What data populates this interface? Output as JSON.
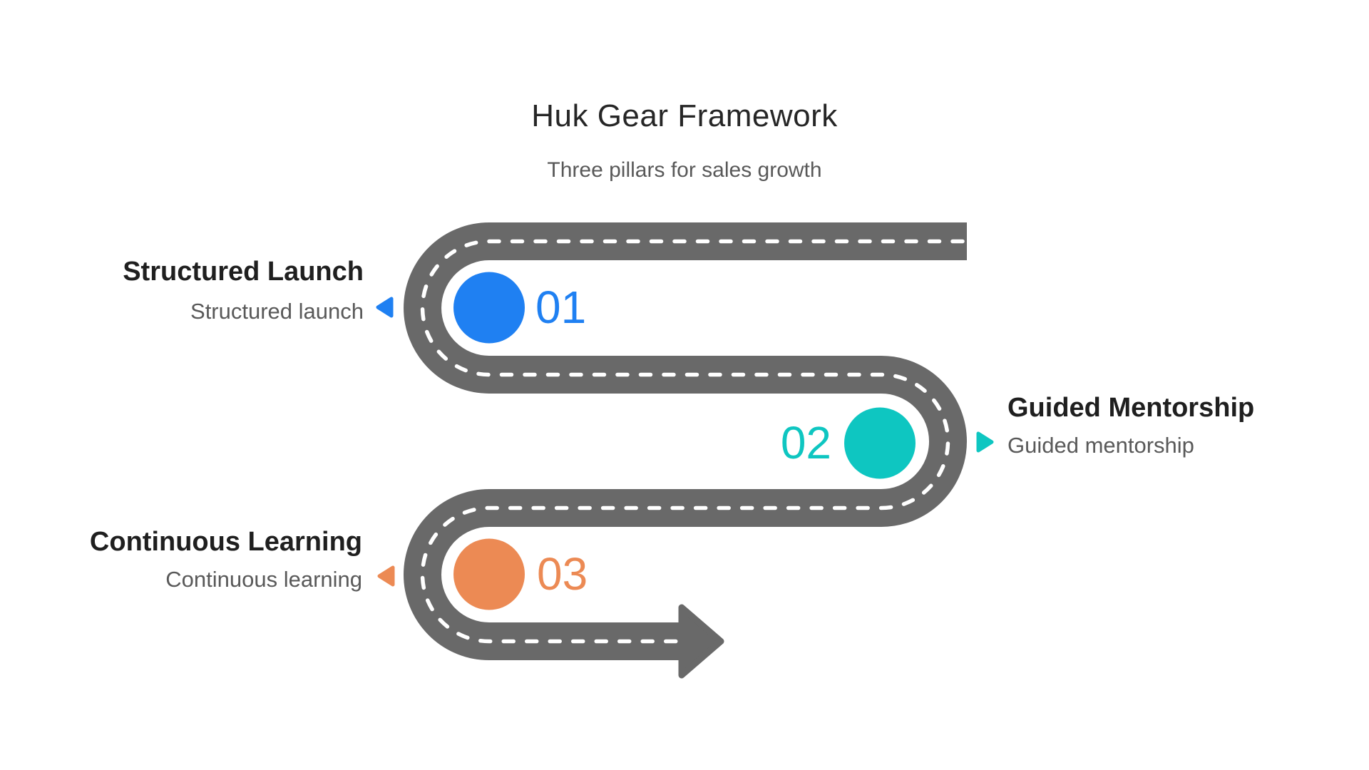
{
  "title": {
    "text": "Huk Gear Framework",
    "color": "#262626"
  },
  "subtitle": {
    "text": "Three pillars for sales growth",
    "color": "#595959"
  },
  "road": {
    "asphalt_color": "#696969",
    "lane_dash_color": "#FFFFFF"
  },
  "label_colors": {
    "heading": "#1F1F1F",
    "subtext": "#595959"
  },
  "steps": [
    {
      "number": "01",
      "heading": "Structured Launch",
      "subtext": "Structured launch",
      "color": "#1F80F2",
      "side": "left"
    },
    {
      "number": "02",
      "heading": "Guided Mentorship",
      "subtext": "Guided mentorship",
      "color": "#0EC6C1",
      "side": "right"
    },
    {
      "number": "03",
      "heading": "Continuous Learning",
      "subtext": "Continuous learning",
      "color": "#EC8A54",
      "side": "left"
    }
  ]
}
